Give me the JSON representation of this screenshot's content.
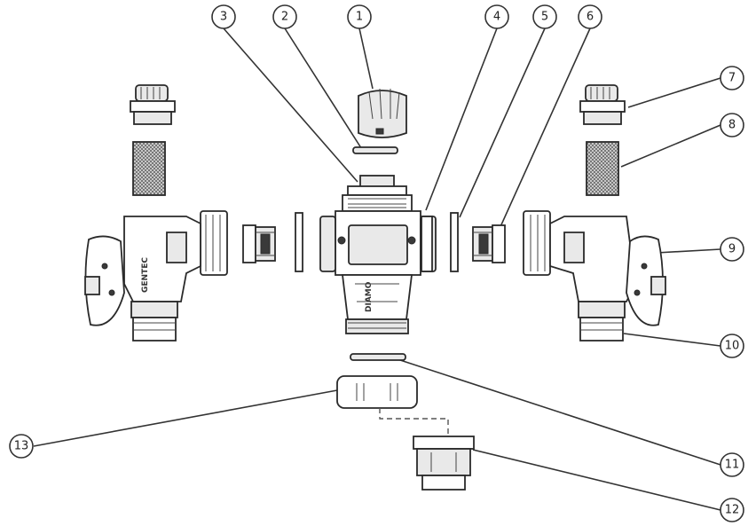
{
  "callouts": [
    {
      "id": "1",
      "label": "1"
    },
    {
      "id": "2",
      "label": "2"
    },
    {
      "id": "3",
      "label": "3"
    },
    {
      "id": "4",
      "label": "4"
    },
    {
      "id": "5",
      "label": "5"
    },
    {
      "id": "6",
      "label": "6"
    },
    {
      "id": "7",
      "label": "7"
    },
    {
      "id": "8",
      "label": "8"
    },
    {
      "id": "9",
      "label": "9"
    },
    {
      "id": "10",
      "label": "10"
    },
    {
      "id": "11",
      "label": "11"
    },
    {
      "id": "12",
      "label": "12"
    },
    {
      "id": "13",
      "label": "13"
    }
  ],
  "engravings": {
    "left_valve_brand": "GENTEC",
    "center_body_text": "DIAMO"
  }
}
